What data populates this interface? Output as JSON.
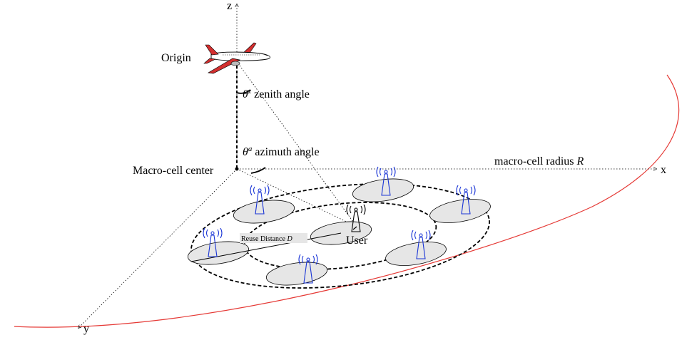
{
  "diagram": {
    "axes": {
      "z": "z",
      "x": "x",
      "y": "y"
    },
    "labels": {
      "origin": "Origin",
      "zenith_symbol": "θ",
      "zenith_sup": "z",
      "zenith_text": " zenith angle",
      "azimuth_symbol": "θ",
      "azimuth_sup": "a",
      "azimuth_text": " azimuth angle",
      "macro_center": "Macro-cell center",
      "radius_text": "macro-cell radius ",
      "radius_symbol": "R",
      "reuse_text": "Reuse Distance ",
      "reuse_symbol": "D",
      "user": "User"
    },
    "colors": {
      "boundary": "#e53935",
      "antenna": "#1a35d6",
      "cell_fill": "#e6e6e6",
      "plane_body": "#ffffff",
      "plane_accent": "#d32f2f"
    },
    "icons": [
      "airplane-icon",
      "antenna-icon"
    ],
    "cells_count_outer_ring": 6
  }
}
